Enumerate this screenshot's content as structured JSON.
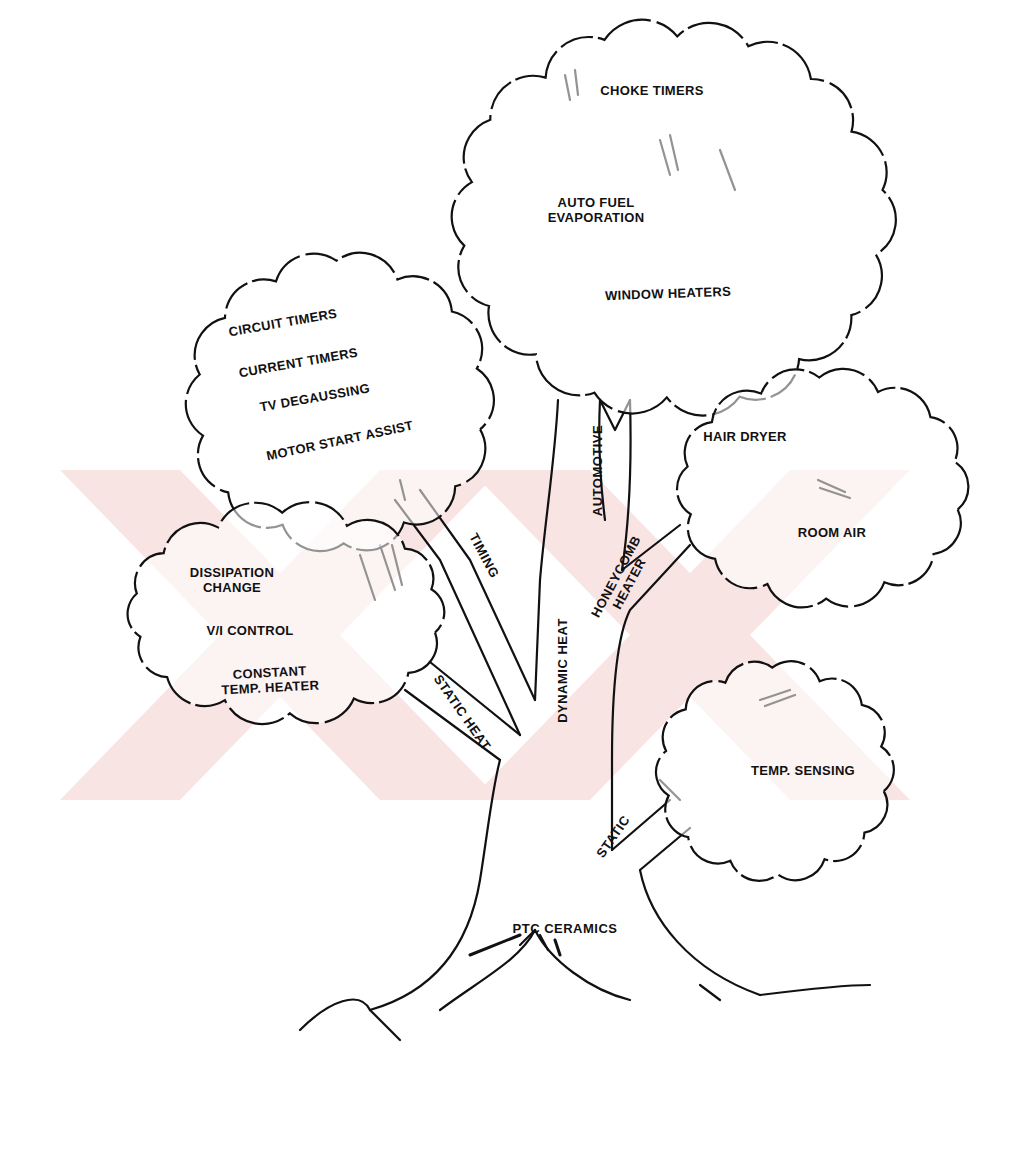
{
  "diagram": {
    "nodes": [
      {
        "text": [
          "CHOKE TIMERS",
          "AUTO FUEL EVAPORATION",
          "WINDOW HEATERS"
        ]
      },
      {
        "text": [
          "CIRCUIT TIMERS",
          "CURRENT TIMERS",
          "TV DEGAUSSING",
          "MOTOR START ASSIST"
        ]
      },
      {
        "text": [
          "HAIR DRYER",
          "ROOM AIR"
        ]
      },
      {
        "text": [
          "DISSIPATION CHANGE",
          "V/I CONTROL",
          "CONSTANT TEMP. HEATER"
        ]
      },
      {
        "text": [
          "TEMP. SENSING"
        ]
      }
    ],
    "labels": [
      "AUTOMOTIVE",
      "TIMING",
      "HONEYCOMB HEATER",
      "STATIC HEAT",
      "DYNAMIC HEAT",
      "STATIC",
      "PTC CERAMICS"
    ]
  }
}
